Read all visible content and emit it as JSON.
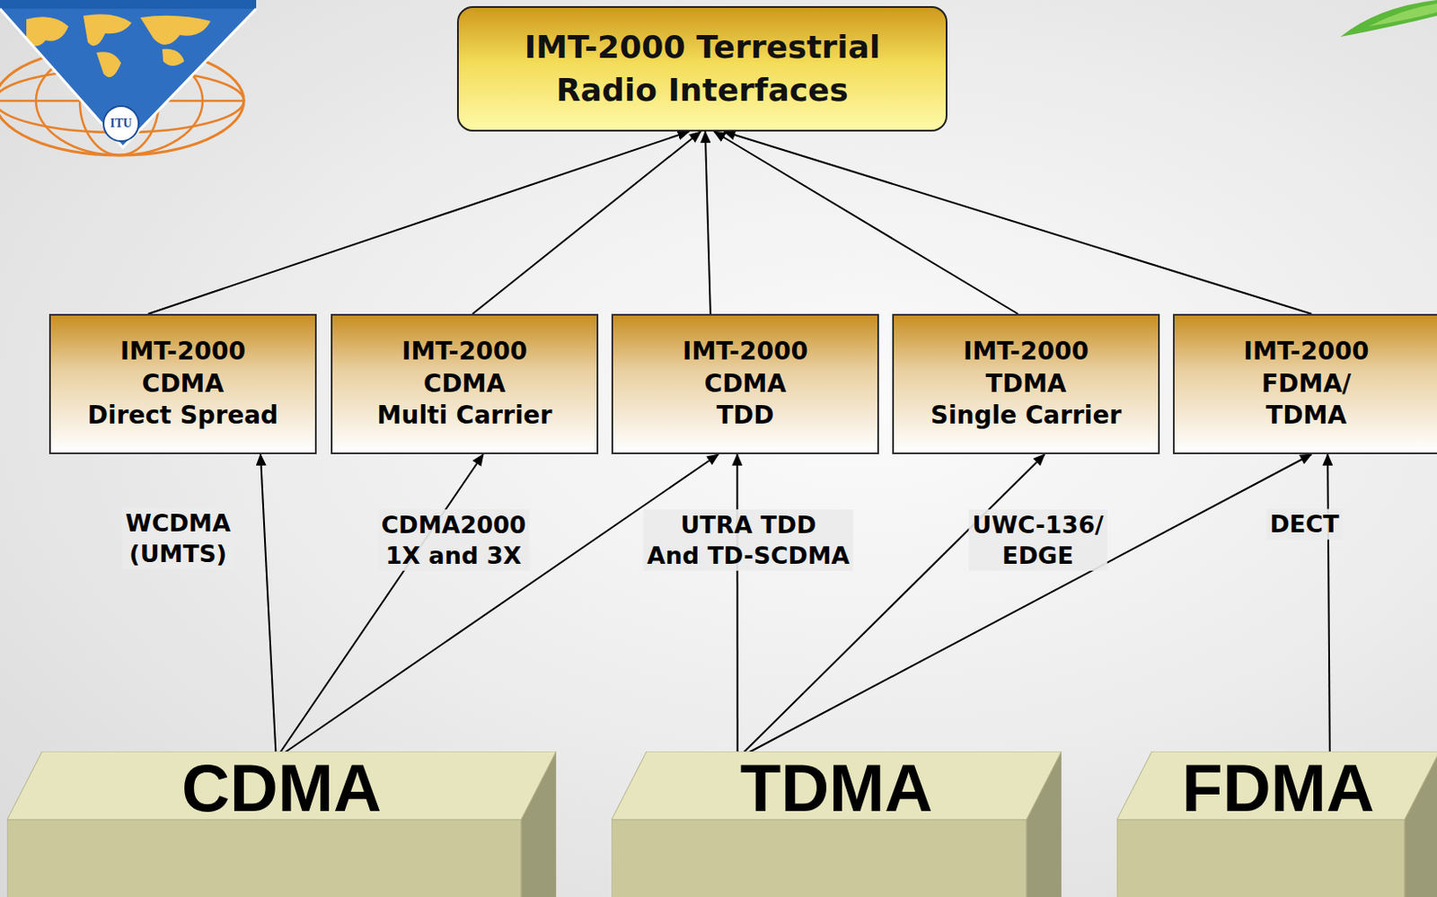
{
  "diagram": {
    "nodes": [
      {
        "text": [
          "IMT-2000 Terrestrial Radio Interfaces"
        ]
      },
      {
        "text": [
          "IMT-2000 CDMA Direct Spread"
        ]
      },
      {
        "text": [
          "IMT-2000 CDMA Multi Carrier"
        ]
      },
      {
        "text": [
          "IMT-2000 CDMA TDD"
        ]
      },
      {
        "text": [
          "IMT-2000 TDMA Single Carrier"
        ]
      },
      {
        "text": [
          "IMT-2000 FDMA/ TDMA"
        ]
      },
      {
        "text": [
          "CDMA"
        ]
      },
      {
        "text": [
          "TDMA"
        ]
      },
      {
        "text": [
          "FDMA"
        ]
      }
    ],
    "edges": [
      {
        "from": 1,
        "to": 0,
        "arrow": "to"
      },
      {
        "from": 2,
        "to": 0,
        "arrow": "to"
      },
      {
        "from": 3,
        "to": 0,
        "arrow": "to"
      },
      {
        "from": 4,
        "to": 0,
        "arrow": "to"
      },
      {
        "from": 5,
        "to": 0,
        "arrow": "to"
      },
      {
        "from": 6,
        "to": 1,
        "arrow": "to"
      },
      {
        "from": 6,
        "to": 2,
        "arrow": "to"
      },
      {
        "from": 6,
        "to": 3,
        "arrow": "to"
      },
      {
        "from": 7,
        "to": 3,
        "arrow": "to"
      },
      {
        "from": 7,
        "to": 4,
        "arrow": "to"
      },
      {
        "from": 7,
        "to": 5,
        "arrow": "to"
      },
      {
        "from": 8,
        "to": 5,
        "arrow": "to"
      }
    ],
    "labels": [
      "ITU",
      "WCDMA (UMTS)",
      "CDMA2000 1X and 3X",
      "UTRA TDD And TD-SCDMA",
      "UWC-136/ EDGE",
      "DECT"
    ]
  }
}
